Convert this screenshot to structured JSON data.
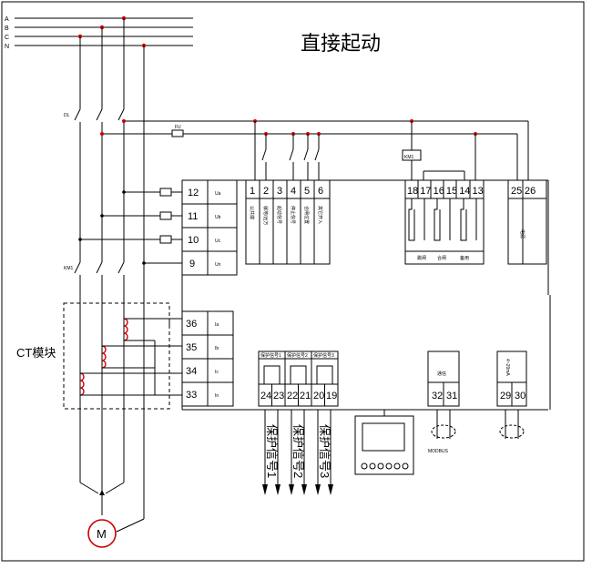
{
  "diagram": {
    "title": "直接起动",
    "bus_labels": [
      "A",
      "B",
      "C",
      "N"
    ],
    "breaker_label": "DL",
    "contactor_label": "KM1",
    "contactor_coil_label": "KM1",
    "fuse_label": "FU",
    "ct_module_label": "CT模块",
    "motor_label": "M",
    "voltage_terminals": [
      {
        "num": "12",
        "label": "Ua"
      },
      {
        "num": "11",
        "label": "Ub"
      },
      {
        "num": "10",
        "label": "Uc"
      },
      {
        "num": "9",
        "label": "Un"
      }
    ],
    "current_terminals": [
      {
        "num": "36",
        "label": "Ia"
      },
      {
        "num": "35",
        "label": "Ib"
      },
      {
        "num": "34",
        "label": "Ic"
      },
      {
        "num": "33",
        "label": "In"
      }
    ],
    "di_terminals": [
      "1",
      "2",
      "3",
      "4",
      "5",
      "6"
    ],
    "di_labels": [
      "公共端",
      "就地/远方",
      "起动信号",
      "停止信号",
      "合闸位置",
      "其它开入"
    ],
    "do_terminals": [
      "18",
      "17",
      "16",
      "15",
      "14",
      "13"
    ],
    "do_labels": [
      "跳闸",
      "合闸",
      "备用"
    ],
    "power_terminals": [
      "25",
      "26"
    ],
    "power_label": "电源",
    "relay_outputs": [
      {
        "header": "保护信号1",
        "terminals": [
          "24",
          "23"
        ],
        "arrow_label": "保护信号1"
      },
      {
        "header": "保护信号2",
        "terminals": [
          "22",
          "21"
        ],
        "arrow_label": "保护信号2"
      },
      {
        "header": "保护信号3",
        "terminals": [
          "20",
          "19"
        ],
        "arrow_label": "保护信号3"
      }
    ],
    "comm_terminals": [
      "32",
      "31"
    ],
    "comm_label": "通信",
    "comm_bus_label": "MODBUS",
    "analog_terminals": [
      "29",
      "30"
    ],
    "analog_label": "4~20mA"
  }
}
